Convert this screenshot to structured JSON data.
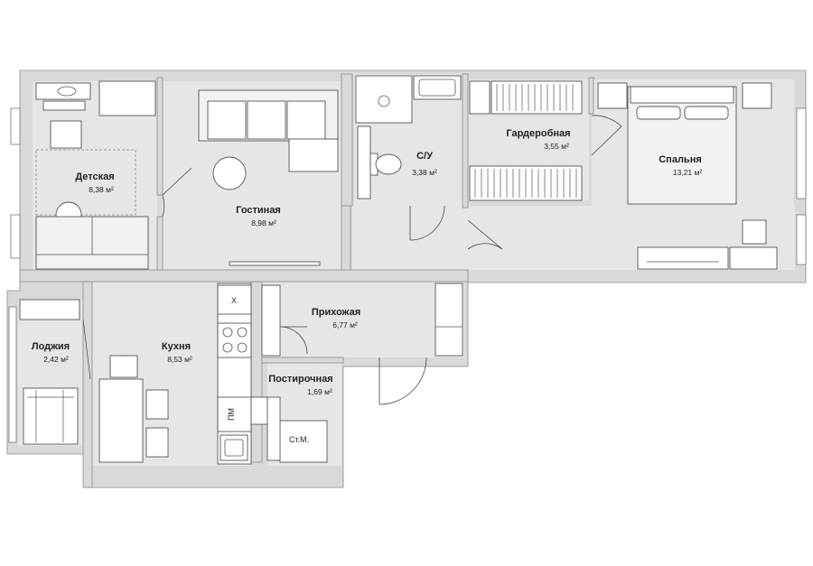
{
  "rooms": [
    {
      "id": "detskaya",
      "name": "Детская",
      "area": "8,38 м²"
    },
    {
      "id": "gostinaya",
      "name": "Гостиная",
      "area": "8,98 м²"
    },
    {
      "id": "su",
      "name": "С/У",
      "area": "3,38 м²"
    },
    {
      "id": "garderobnaya",
      "name": "Гардеробная",
      "area": "3,55 м²"
    },
    {
      "id": "spalnya",
      "name": "Спальня",
      "area": "13,21 м²"
    },
    {
      "id": "lodzhiya",
      "name": "Лоджия",
      "area": "2,42 м²"
    },
    {
      "id": "kukhnya",
      "name": "Кухня",
      "area": "8,53 м²"
    },
    {
      "id": "prikhozhaya",
      "name": "Прихожая",
      "area": "6,77 м²"
    },
    {
      "id": "postirochnaya",
      "name": "Постирочная",
      "area": "1,69 м²"
    }
  ],
  "appliances": {
    "stiralnaya": "Ст.М.",
    "posudomoyka": "ПМ",
    "hood": "X"
  },
  "colors": {
    "wall": "#d9d9d9",
    "floor": "#e6e6e6",
    "furniture": "#f2f2f2"
  }
}
